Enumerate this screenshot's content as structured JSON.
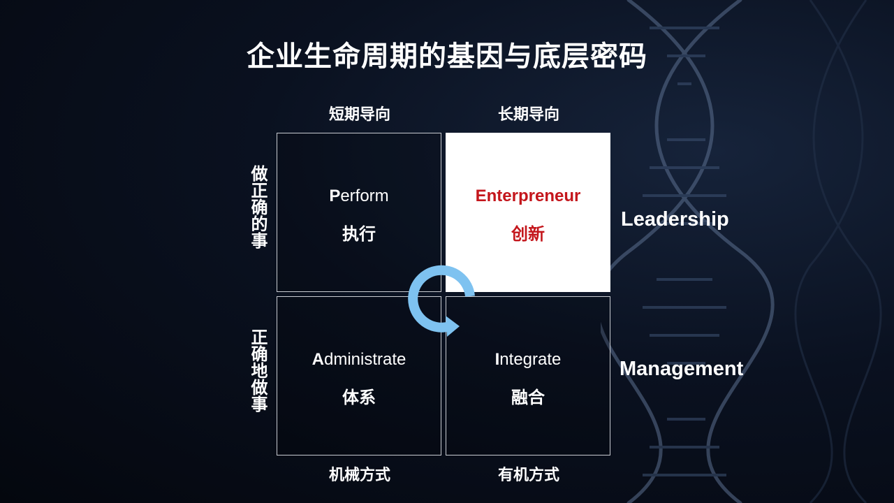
{
  "title": "企业生命周期的基因与底层密码",
  "columns": {
    "top": [
      "短期导向",
      "长期导向"
    ],
    "bottom": [
      "机械方式",
      "有机方式"
    ]
  },
  "rows": [
    "做正确的事",
    "正确地做事"
  ],
  "cells": {
    "perform": {
      "initial": "P",
      "rest": "erform",
      "zh": "执行"
    },
    "enterpreneur": {
      "text": "Enterpreneur",
      "zh": "创新"
    },
    "administrate": {
      "initial": "A",
      "rest": "dministrate",
      "zh": "体系"
    },
    "integrate": {
      "initial": "I",
      "rest": "ntegrate",
      "zh": "融合"
    }
  },
  "side_labels": {
    "leadership": "Leadership",
    "management": "Management"
  },
  "colors": {
    "background": "#04070e",
    "highlight_cell": "#ffffff",
    "highlight_text": "#c4161c",
    "cycle_arrow": "#7ec2f0",
    "grid_border": "#c9ccd2"
  },
  "icons": {
    "cycle": "circular-arrow-icon",
    "background": "dna-helix-graphic"
  }
}
